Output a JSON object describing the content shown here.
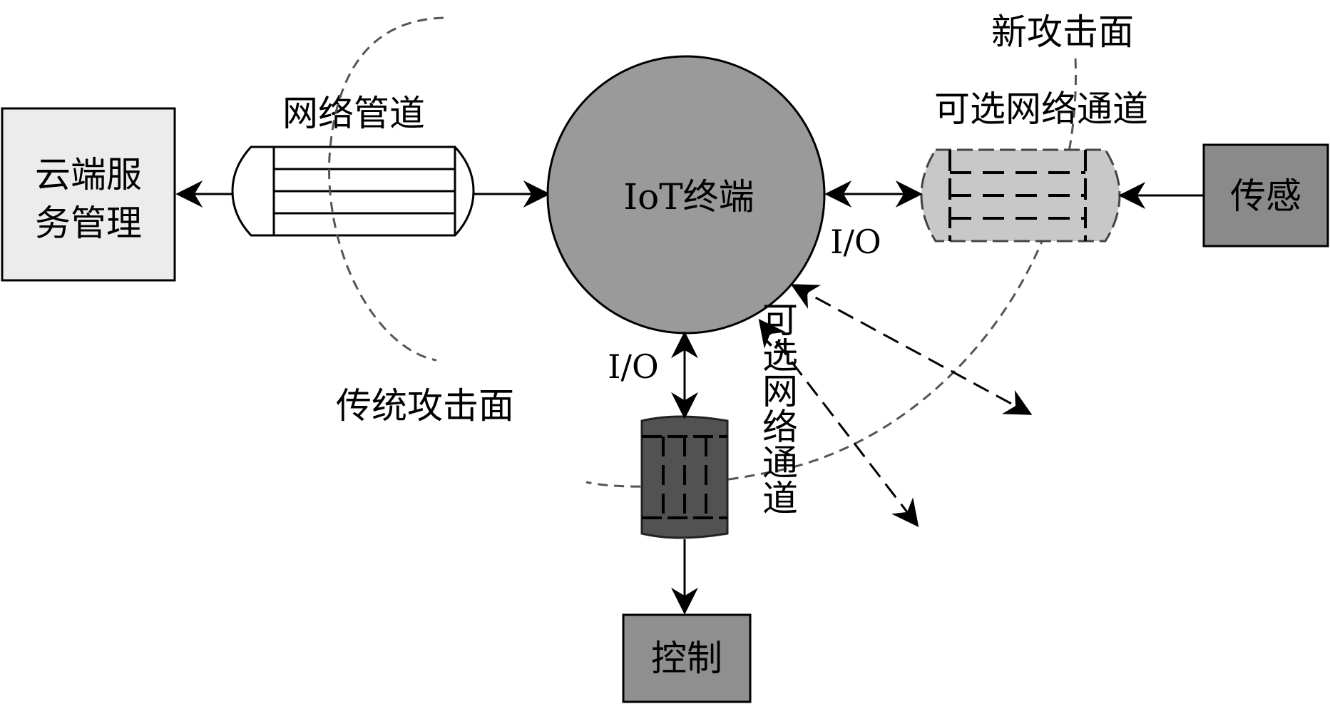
{
  "nodes": {
    "cloud": {
      "line1": "云端服",
      "line2": "务管理"
    },
    "iot": {
      "label": "IoT终端"
    },
    "sensor": {
      "label": "传感"
    },
    "control": {
      "label": "控制"
    }
  },
  "pipes": {
    "network": {
      "label": "网络管道"
    },
    "optional_right": {
      "label": "可选网络通道"
    },
    "optional_bottom": {
      "label": "可选网络通道"
    }
  },
  "io": {
    "right": "I/O",
    "bottom": "I/O"
  },
  "surfaces": {
    "traditional": "传统攻击面",
    "new": "新攻击面"
  },
  "colors": {
    "cloud_fill": "#ececec",
    "iot_fill": "#9a9a9a",
    "sensor_fill": "#8a8a8a",
    "control_fill": "#8f8f8f",
    "network_pipe_fill": "#ffffff",
    "optional_right_fill": "#c8c8c8",
    "optional_bottom_fill": "#525252",
    "attack_surface_line": "#555555"
  }
}
